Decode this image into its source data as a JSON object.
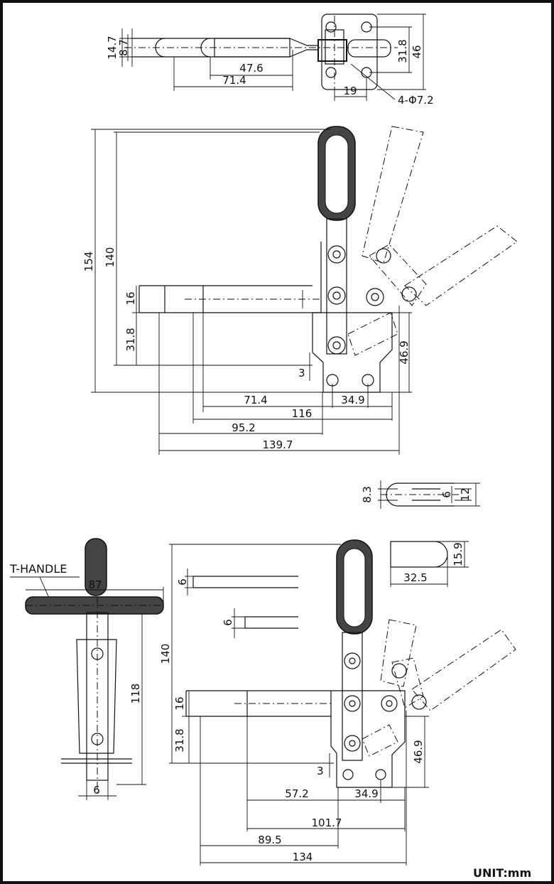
{
  "top_view": {
    "dims": [
      "14.7",
      "8.7",
      "47.6",
      "71.4",
      "31.8",
      "46",
      "19"
    ],
    "hole_note": "4-Φ7.2"
  },
  "side_view_1": {
    "dims": [
      "154",
      "140",
      "16",
      "31.8",
      "3",
      "46.9",
      "71.4",
      "34.9",
      "116",
      "95.2",
      "139.7"
    ]
  },
  "detail_tip": {
    "dims": [
      "8.3",
      "6",
      "12"
    ]
  },
  "detail_pad": {
    "dims": [
      "15.9",
      "32.5"
    ]
  },
  "t_handle_view": {
    "label": "T-HANDLE",
    "dims": [
      "87",
      "118",
      "6"
    ]
  },
  "bar_details": {
    "dims": [
      "6",
      "6"
    ]
  },
  "side_view_2": {
    "dims": [
      "140",
      "16",
      "31.8",
      "3",
      "46.9",
      "57.2",
      "34.9",
      "101.7",
      "89.5",
      "134"
    ]
  },
  "footer": {
    "unit": "UNIT:mm"
  }
}
